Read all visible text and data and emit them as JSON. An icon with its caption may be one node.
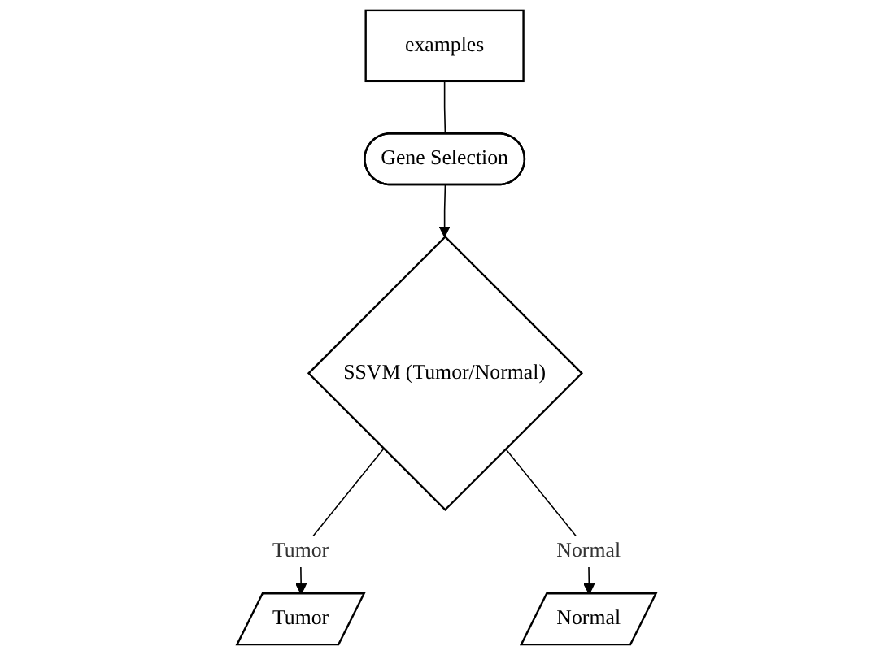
{
  "diagram": {
    "nodes": [
      {
        "text": [
          "examples"
        ]
      },
      {
        "text": [
          "Gene Selection"
        ]
      },
      {
        "text": [
          "SSVM (Tumor/Normal)"
        ]
      },
      {
        "text": [
          "Tumor"
        ]
      },
      {
        "text": [
          "Normal"
        ]
      }
    ],
    "edges": [
      {
        "from": 0,
        "to": 1,
        "arrow": "none"
      },
      {
        "from": 1,
        "to": 2,
        "arrow": "to"
      },
      {
        "from": 2,
        "to": 3,
        "label": "Tumor",
        "arrow": "to"
      },
      {
        "from": 2,
        "to": 4,
        "label": "Normal",
        "arrow": "to"
      }
    ]
  }
}
